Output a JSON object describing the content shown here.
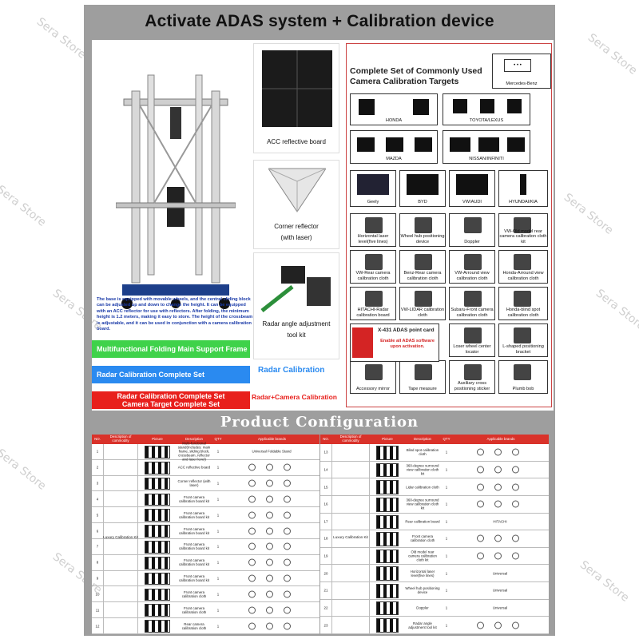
{
  "header": {
    "title": "Activate ADAS system  + Calibration device"
  },
  "frame": {
    "note": "The base is equipped with movable wheels, and the central sliding block can be adjusted up and down to change the height. It can be equipped with an ACC reflector for use with reflectors. After folding, the minimum height is 1.2 meters, making it easy to store. The height of the crossbeam is adjustable, and it can be used in conjunction with a camera calibration board.",
    "green_label": "Multifunctional Folding Main Support Frame",
    "blue_label": "Radar Calibration Complete Set",
    "red_label_1": "Radar Calibration Complete Set",
    "red_label_2": "Camera Target Complete Set",
    "radar_text": "Radar Calibration",
    "radar_camera_text": "Radar+Camera Calibration"
  },
  "middle": {
    "acc": "ACC reflective board",
    "corner": "Corner reflector",
    "corner_sub": "(with laser)",
    "radar_tool": "Radar angle adjustment",
    "radar_tool_sub": "tool kit"
  },
  "targets": {
    "title": "Complete Set of Commonly Used Camera Calibration Targets",
    "mercedes": "Mercedes-Benz",
    "honda": "HONDA",
    "toyota": "TOYOTA/LEXUS",
    "mazda": "MAZDA",
    "nissan": "NISSAN/INFINITI",
    "geely": "Geely",
    "byd": "BYD",
    "vw": "VW/AUDI",
    "hyundai": "HYUNDAI/KIA"
  },
  "tools": [
    "Horizontal laser level(five lines)",
    "Wheel hub positioning device",
    "Doppler",
    "VW-Old model rear camera calibration cloth kit",
    "VW-Rear camera calibration cloth",
    "Benz-Rear camera calibration cloth",
    "VW-Arround view calibration cloth",
    "Honda-Arround view calibration cloth",
    "HITACHI-Radar calibration board",
    "VW-LIDAR calibration cloth",
    "Subaru-Front camera calibration cloth",
    "Honda-blind spot calibration cloth",
    "Loser wheel center locator",
    "L-shaped positioning bracket",
    "Accessory mirror",
    "Tape measure",
    "Auxiliary cross positioning sticker",
    "Plumb bob"
  ],
  "card": {
    "title": "X-431 ADAS point card",
    "body": "Enable all ADAS software upon activation."
  },
  "config": {
    "title": "Product Configuration",
    "headers": [
      "NO.",
      "Description of commodity",
      "Picture",
      "Description",
      "QTY",
      "Applicable brands"
    ],
    "group": "Luxury Calibration Kit",
    "left_rows": [
      {
        "no": "1",
        "desc": "Multi-functional stand(Includes: main frame, sliding block, crossbeam, reflector and laser level)",
        "qty": "1",
        "brand": "Universal Foldable Stand"
      },
      {
        "no": "2",
        "desc": "ACC reflective board",
        "qty": "1",
        "brand": ""
      },
      {
        "no": "3",
        "desc": "Corner reflector (with laser)",
        "qty": "1",
        "brand": ""
      },
      {
        "no": "4",
        "desc": "Front camera calibration board kit",
        "qty": "1",
        "brand": ""
      },
      {
        "no": "5",
        "desc": "Front camera calibration board kit",
        "qty": "1",
        "brand": ""
      },
      {
        "no": "6",
        "desc": "Front camera calibration board kit",
        "qty": "1",
        "brand": ""
      },
      {
        "no": "7",
        "desc": "Front camera calibration board kit",
        "qty": "1",
        "brand": ""
      },
      {
        "no": "8",
        "desc": "Front camera calibration board kit",
        "qty": "1",
        "brand": ""
      },
      {
        "no": "9",
        "desc": "Front camera calibration board kit",
        "qty": "1",
        "brand": ""
      },
      {
        "no": "10",
        "desc": "Front camera calibration cloth",
        "qty": "1",
        "brand": ""
      },
      {
        "no": "11",
        "desc": "Front camera calibration cloth",
        "qty": "1",
        "brand": ""
      },
      {
        "no": "12",
        "desc": "Rear camera calibration cloth",
        "qty": "1",
        "brand": ""
      }
    ],
    "right_rows": [
      {
        "no": "13",
        "desc": "Blind spot calibration cloth",
        "qty": "1",
        "brand": ""
      },
      {
        "no": "14",
        "desc": "360-degree surround view calibration cloth kit",
        "qty": "1",
        "brand": ""
      },
      {
        "no": "15",
        "desc": "Lidar calibration cloth",
        "qty": "1",
        "brand": ""
      },
      {
        "no": "16",
        "desc": "360-degree surround view calibration cloth kit",
        "qty": "1",
        "brand": ""
      },
      {
        "no": "17",
        "desc": "Rear calibration board",
        "qty": "1",
        "brand": "HITACHI"
      },
      {
        "no": "18",
        "desc": "Front camera calibration cloth",
        "qty": "1",
        "brand": ""
      },
      {
        "no": "19",
        "desc": "Old model rear camera calibration cloth kit",
        "qty": "1",
        "brand": ""
      },
      {
        "no": "20",
        "desc": "Horizontal laser level(five lines)",
        "qty": "1",
        "brand": "Universal"
      },
      {
        "no": "21",
        "desc": "Wheel hub positioning device",
        "qty": "1",
        "brand": "Universal"
      },
      {
        "no": "22",
        "desc": "Doppler",
        "qty": "1",
        "brand": "Universal"
      },
      {
        "no": "23",
        "desc": "Radar angle adjustment tool kit",
        "qty": "1",
        "brand": ""
      }
    ]
  },
  "watermark": "Sera Store"
}
